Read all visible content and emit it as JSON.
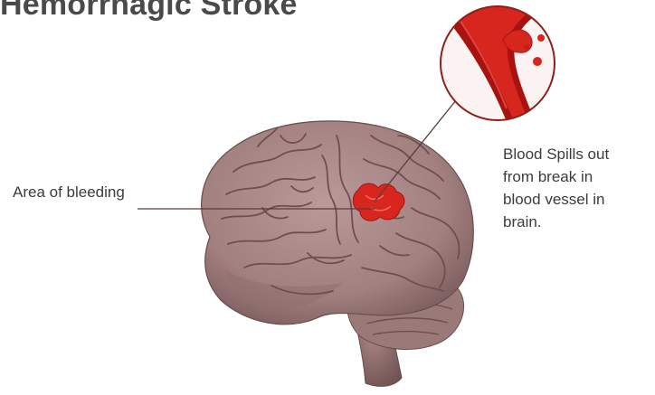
{
  "title": "Hemorrhagic Stroke",
  "labels": {
    "area_of_bleeding": "Area of bleeding",
    "callout_lines": [
      "Blood Spills out",
      "from break in",
      "blood vessel in",
      "brain."
    ]
  },
  "colors": {
    "brain": "#a98a89",
    "brain_shadow": "#7d5f5f",
    "sulci": "#6e4f50",
    "blood": "#d7261e",
    "blood_dark": "#a8130f",
    "text": "#3c3c3c",
    "leader_line": "#5a3b3b"
  }
}
